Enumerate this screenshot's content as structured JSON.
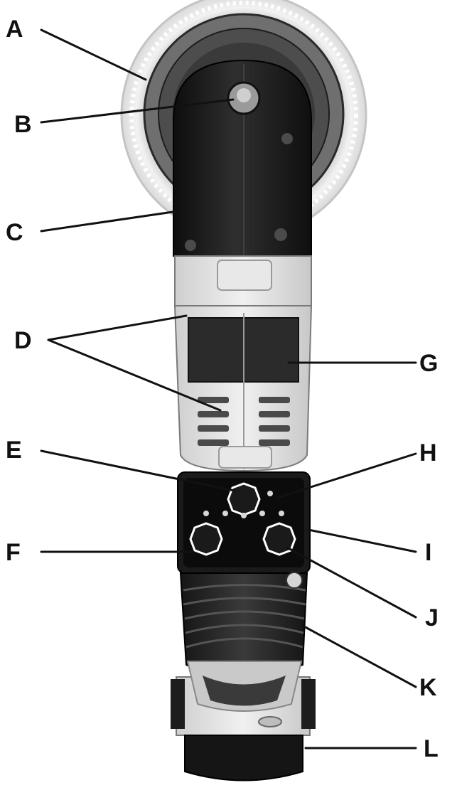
{
  "figure": {
    "subject": "cordless polisher",
    "labels": [
      "A",
      "B",
      "C",
      "D",
      "E",
      "F",
      "G",
      "H",
      "I",
      "J",
      "K",
      "L"
    ]
  },
  "colors": {
    "pad_fluffy": "#e9e9e9",
    "dark_housing": "#1c1c1c",
    "light_housing": "#dcdcdc",
    "led": "#ffffff"
  }
}
